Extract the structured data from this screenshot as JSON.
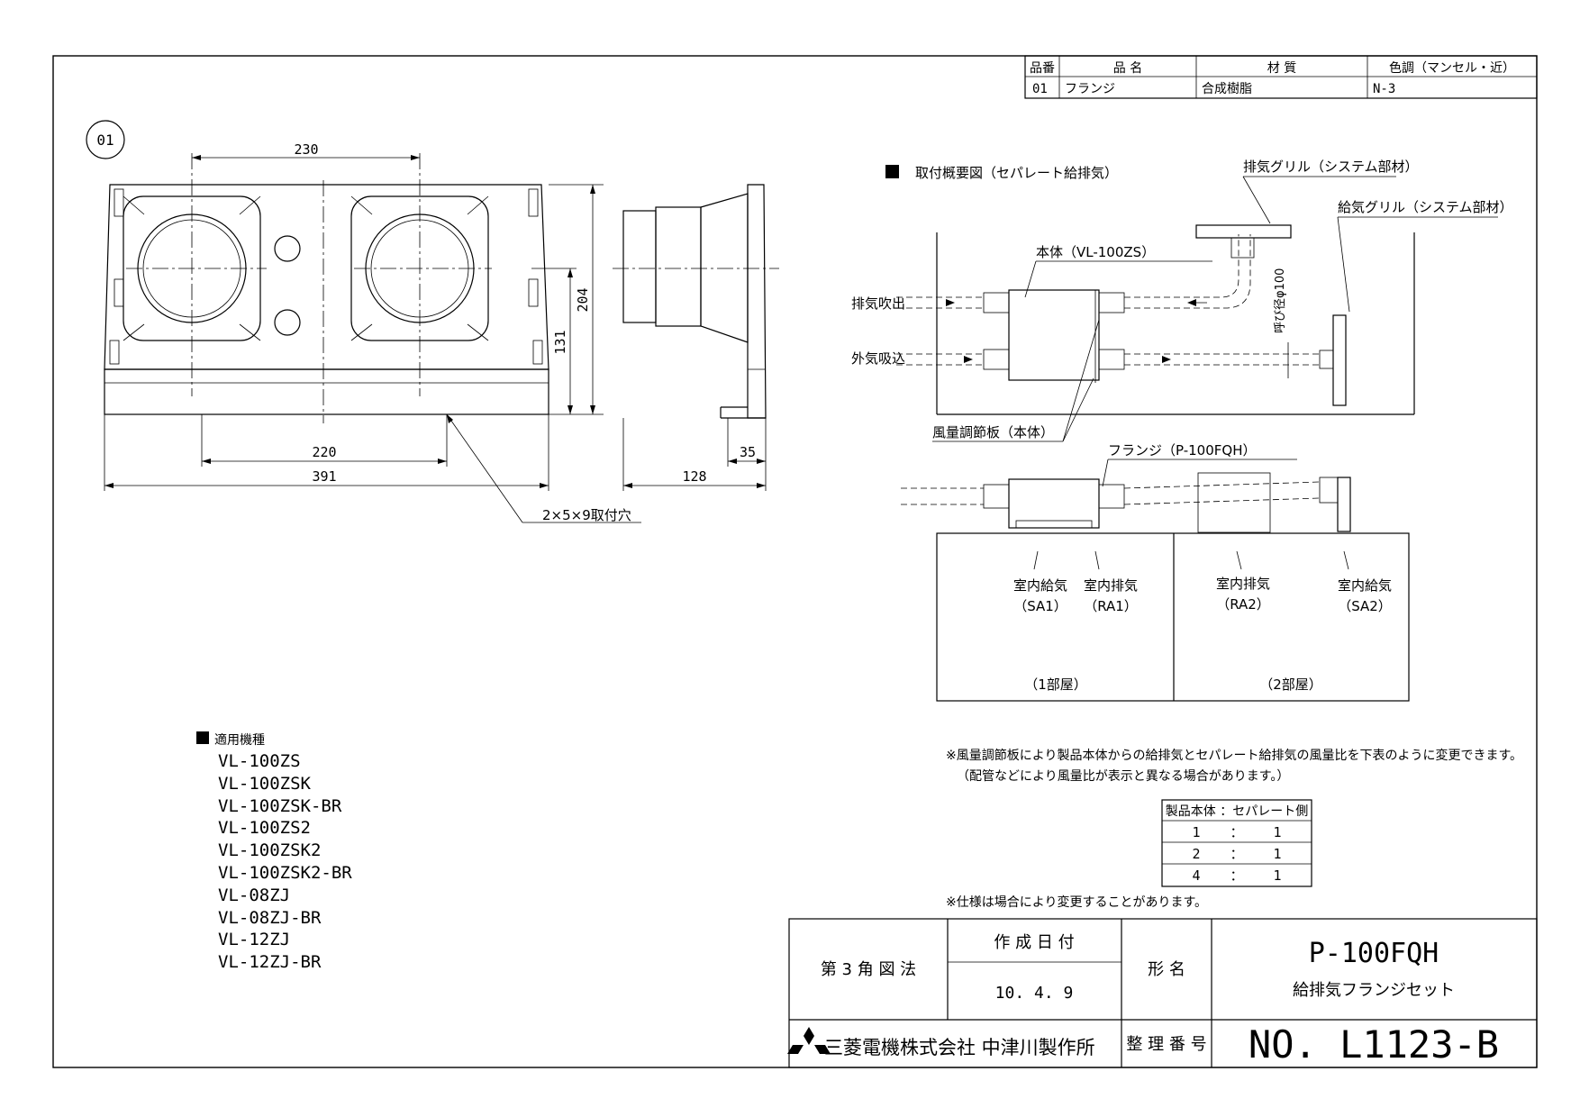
{
  "parts_table": {
    "headers": [
      "品番",
      "品 名",
      "材 質",
      "色調（マンセル・近）"
    ],
    "row": [
      "01",
      "フランジ",
      "合成樹脂",
      "N-3"
    ]
  },
  "part_label": "01",
  "dimensions": {
    "d230": "230",
    "d204": "204",
    "d131": "131",
    "d220": "220",
    "d391": "391",
    "d35": "35",
    "d128": "128",
    "holes": "2×5×9取付穴"
  },
  "install": {
    "title": "取付概要図（セパレート給排気）",
    "exhaust_grille": "排気グリル（システム部材）",
    "supply_grille": "給気グリル（システム部材）",
    "body": "本体（VL-100ZS）",
    "exhaust_out": "排気吹出",
    "outside_in": "外気吸込",
    "pipe": "呼び径φ100",
    "damper": "風量調節板（本体）",
    "flange": "フランジ（P-100FQH）",
    "sa1": "室内給気",
    "sa1_code": "（SA1）",
    "ra1": "室内排気",
    "ra1_code": "（RA1）",
    "ra2": "室内排気",
    "ra2_code": "（RA2）",
    "sa2": "室内給気",
    "sa2_code": "（SA2）",
    "room1": "（1部屋）",
    "room2": "（2部屋）"
  },
  "notes": {
    "note1": "※風量調節板により製品本体からの給排気とセパレート給排気の風量比を下表のように変更できます。",
    "note2": "（配管などにより風量比が表示と異なる場合があります。）",
    "note3": "※仕様は場合により変更することがあります。"
  },
  "ratio_table": {
    "header": "製品本体 ：セパレート側",
    "rows": [
      [
        "1",
        "：",
        "1"
      ],
      [
        "2",
        "：",
        "1"
      ],
      [
        "4",
        "：",
        "1"
      ]
    ]
  },
  "models": {
    "title": "適用機種",
    "items": [
      "VL-100ZS",
      "VL-100ZSK",
      "VL-100ZSK-BR",
      "VL-100ZS2",
      "VL-100ZSK2",
      "VL-100ZSK2-BR",
      "VL-08ZJ",
      "VL-08ZJ-BR",
      "VL-12ZJ",
      "VL-12ZJ-BR"
    ]
  },
  "title_block": {
    "projection": "第 3 角 図 法",
    "date_label": "作 成 日 付",
    "date": "10. 4. 9",
    "model_label": "形 名",
    "model": "P-100FQH",
    "product": "給排気フランジセット",
    "company": "三菱電機株式会社 中津川製作所",
    "number_label": "整 理 番 号",
    "number": "NO. L1123-B"
  }
}
